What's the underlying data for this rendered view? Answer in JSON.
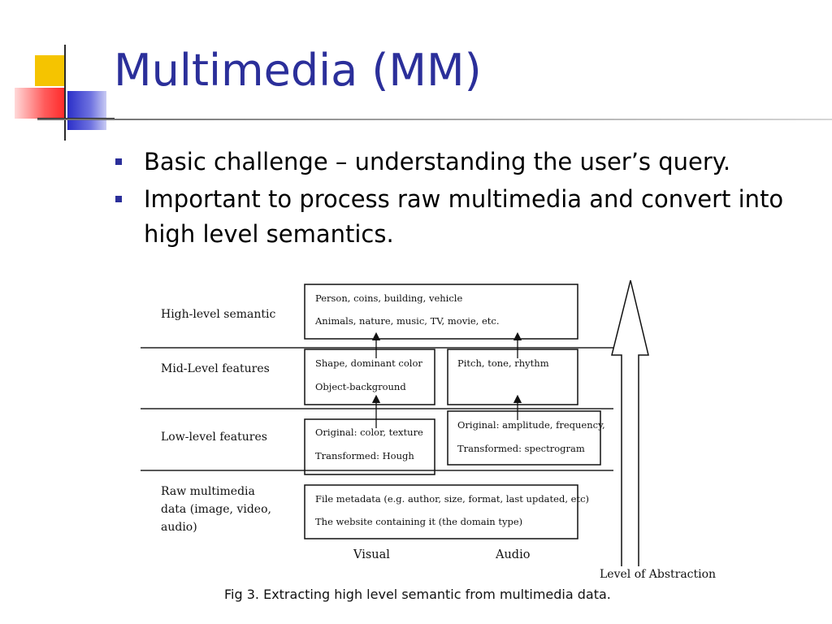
{
  "slide": {
    "title": "Multimedia (MM)",
    "bullets": [
      "Basic challenge – understanding the user’s query.",
      "Important to process raw multimedia and convert into high level semantics."
    ],
    "accent_color": "#2b2f9a"
  },
  "diagram": {
    "levels": [
      "High-level semantic",
      "Mid-Level features",
      "Low-level features",
      "Raw multimedia data (image, video, audio)"
    ],
    "boxes": {
      "high_level": [
        "Person, coins, building, vehicle",
        "Animals, nature, music, TV, movie, etc."
      ],
      "mid_visual": [
        "Shape, dominant color",
        "Object-background"
      ],
      "mid_audio": [
        "Pitch, tone, rhythm"
      ],
      "low_visual": [
        "Original: color, texture",
        "Transformed: Hough"
      ],
      "low_audio": [
        "Original: amplitude, frequency,",
        "Transformed: spectrogram"
      ],
      "raw": [
        "File metadata (e.g. author, size, format, last updated, etc)",
        "The website containing it (the domain type)"
      ]
    },
    "columns": [
      "Visual",
      "Audio"
    ],
    "abstraction_label": "Level of Abstraction",
    "caption": "Fig 3. Extracting high level semantic from multimedia data."
  }
}
